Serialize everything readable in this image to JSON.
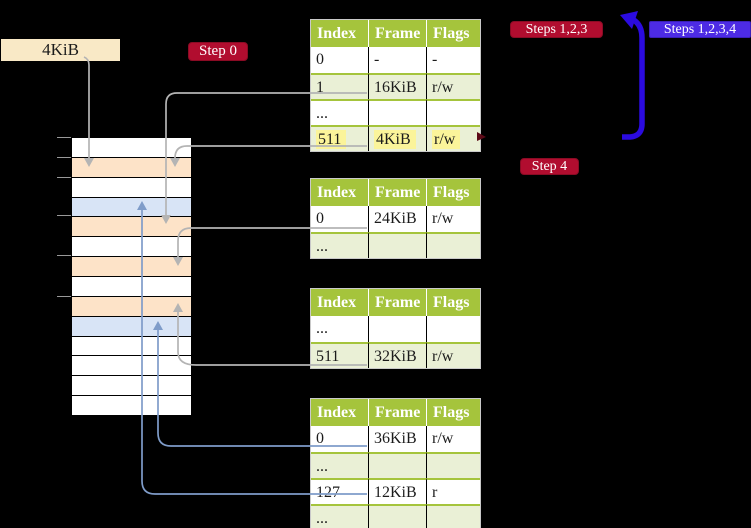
{
  "colors": {
    "background": "#000000",
    "table_header_green": "#a5c43c",
    "table_row_green": "#eaf0d6",
    "memory_peach": "#fde3c8",
    "memory_blue": "#d8e4f6",
    "badge_red": "#b10d2f",
    "badge_blue": "#4d2be5",
    "big_arrow_blue": "#2b0be0",
    "connector_gray": "#b4b4b4",
    "connector_blue": "#7f9cc9",
    "highlight_yellow": "#fbf49a",
    "label_cream": "#f9e9c6"
  },
  "page_size_label": {
    "text": "4KiB"
  },
  "badges": {
    "step0": {
      "label": "Step 0"
    },
    "steps123": {
      "label": "Steps 1,2,3"
    },
    "steps1234": {
      "label": "Steps 1,2,3,4"
    },
    "step4": {
      "label": "Step 4"
    }
  },
  "memory_map": {
    "rows": [
      {
        "color": "white"
      },
      {
        "color": "peach"
      },
      {
        "color": "white"
      },
      {
        "color": "blue"
      },
      {
        "color": "peach"
      },
      {
        "color": "white"
      },
      {
        "color": "peach"
      },
      {
        "color": "white"
      },
      {
        "color": "peach"
      },
      {
        "color": "blue"
      },
      {
        "color": "white"
      },
      {
        "color": "white"
      },
      {
        "color": "white"
      },
      {
        "color": "white"
      }
    ],
    "tick_ys": [
      137,
      157,
      177,
      215,
      255,
      296
    ]
  },
  "page_tables": [
    {
      "id": "page-table-1",
      "headers": [
        "Index",
        "Frame",
        "Flags"
      ],
      "rows": [
        {
          "cells": [
            "0",
            "-",
            "-"
          ],
          "shaded": false,
          "highlight": false
        },
        {
          "cells": [
            "1",
            "16KiB",
            "r/w"
          ],
          "shaded": true,
          "highlight": false
        },
        {
          "cells": [
            "...",
            "",
            ""
          ],
          "shaded": false,
          "highlight": false
        },
        {
          "cells": [
            "511",
            "4KiB",
            "r/w"
          ],
          "shaded": true,
          "highlight": true
        }
      ]
    },
    {
      "id": "page-table-2",
      "headers": [
        "Index",
        "Frame",
        "Flags"
      ],
      "rows": [
        {
          "cells": [
            "0",
            "24KiB",
            "r/w"
          ],
          "shaded": false,
          "highlight": false
        },
        {
          "cells": [
            "...",
            "",
            ""
          ],
          "shaded": true,
          "highlight": false
        }
      ]
    },
    {
      "id": "page-table-3",
      "headers": [
        "Index",
        "Frame",
        "Flags"
      ],
      "rows": [
        {
          "cells": [
            "...",
            "",
            ""
          ],
          "shaded": false,
          "highlight": false
        },
        {
          "cells": [
            "511",
            "32KiB",
            "r/w"
          ],
          "shaded": true,
          "highlight": false
        }
      ]
    },
    {
      "id": "page-table-4",
      "headers": [
        "Index",
        "Frame",
        "Flags"
      ],
      "rows": [
        {
          "cells": [
            "0",
            "36KiB",
            "r/w"
          ],
          "shaded": false,
          "highlight": false
        },
        {
          "cells": [
            "...",
            "",
            ""
          ],
          "shaded": true,
          "highlight": false
        },
        {
          "cells": [
            "127",
            "12KiB",
            "r"
          ],
          "shaded": false,
          "highlight": false
        },
        {
          "cells": [
            "...",
            "",
            ""
          ],
          "shaded": true,
          "highlight": false
        }
      ]
    }
  ],
  "connectors": [
    {
      "name": "connector-4kib-label",
      "from": "page-size-label",
      "to": "memory-row-2",
      "color": "gray"
    },
    {
      "name": "connector-t1-row1",
      "from": "page-table-1 index 1",
      "to": "memory-row-5",
      "color": "gray"
    },
    {
      "name": "connector-t1-row511",
      "from": "page-table-1 index 511",
      "to": "memory-row-2",
      "color": "gray"
    },
    {
      "name": "connector-t2-row0",
      "from": "page-table-2 index 0",
      "to": "memory-row-7",
      "color": "gray"
    },
    {
      "name": "connector-t3-row511",
      "from": "page-table-3 index 511",
      "to": "memory-row-9",
      "color": "gray"
    },
    {
      "name": "connector-t4-row0",
      "from": "page-table-4 index 0",
      "to": "memory-row-10",
      "color": "blue"
    },
    {
      "name": "connector-t4-row127",
      "from": "page-table-4 index 127",
      "to": "memory-row-4",
      "color": "blue"
    },
    {
      "name": "big-loop-arrow",
      "from": "bottom of table stack",
      "to": "page-table-1 top",
      "color": "big-arrow-blue"
    }
  ]
}
